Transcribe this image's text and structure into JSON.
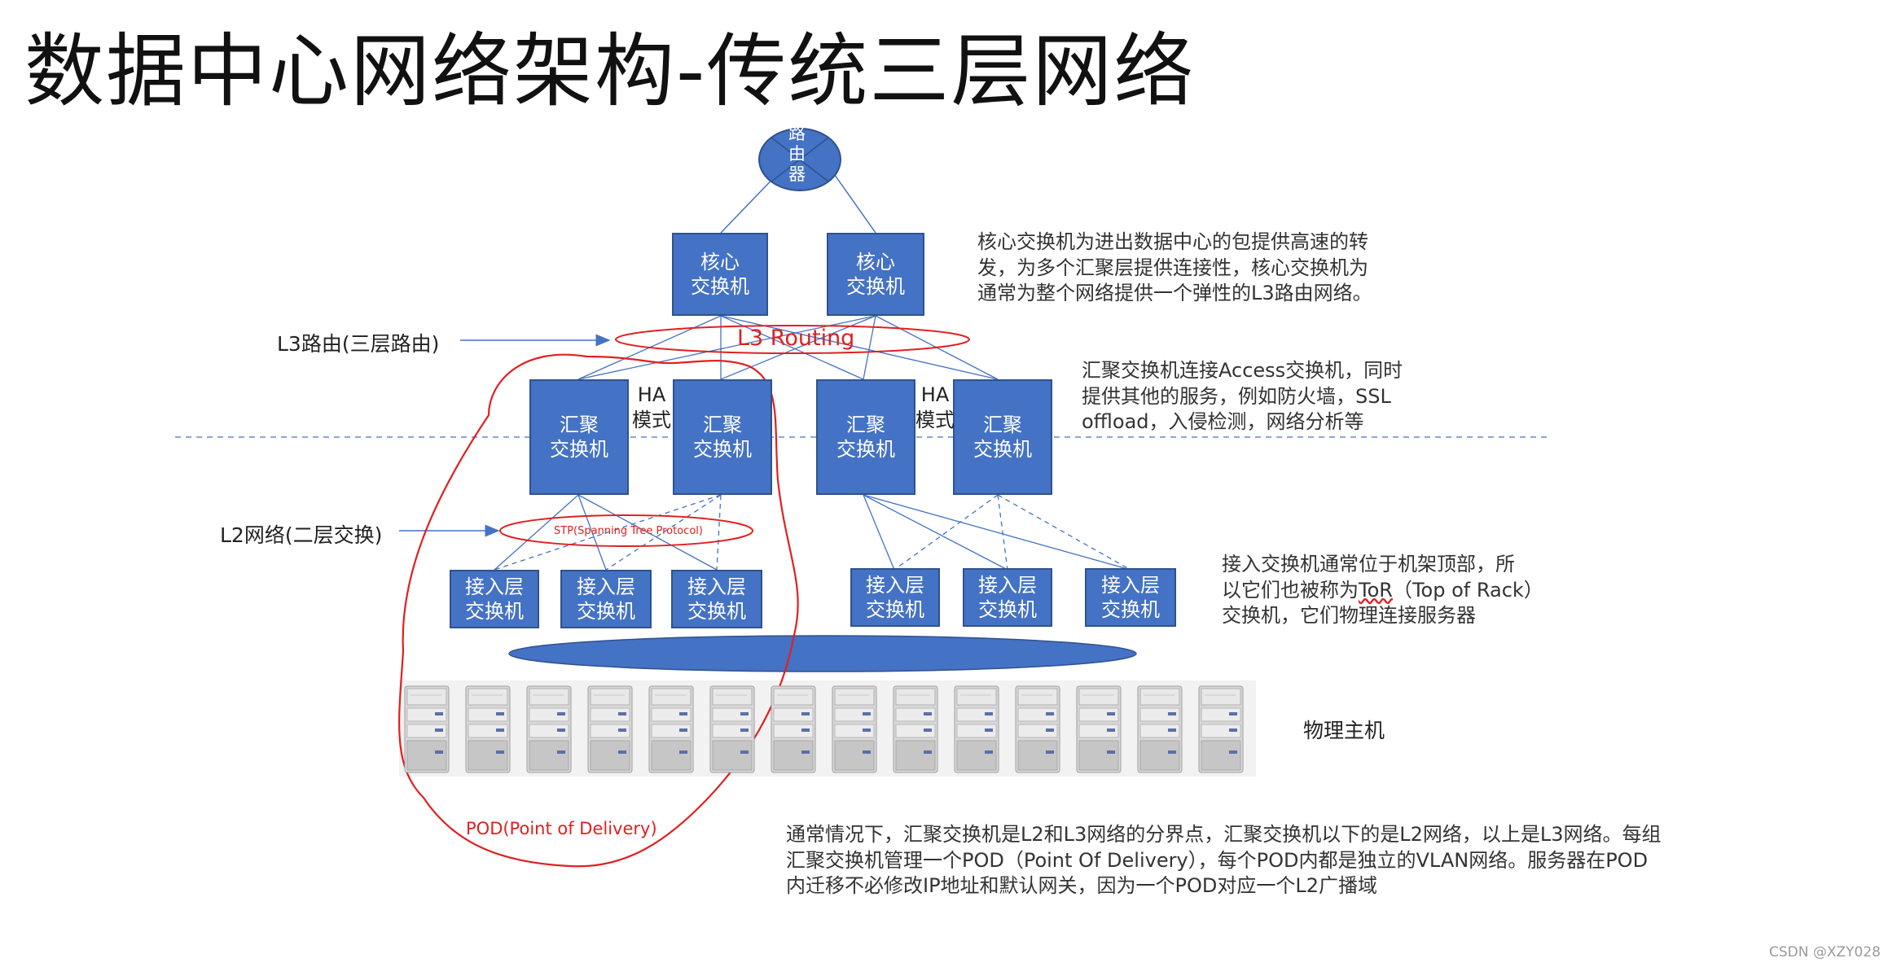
{
  "title": "数据中心网络架构-传统三层网络",
  "router": {
    "label": "路\n由\n器"
  },
  "core_switches": [
    {
      "label": "核心\n交换机"
    },
    {
      "label": "核心\n交换机"
    }
  ],
  "core_note": "核心交换机为进出数据中心的包提供高速的转\n发，为多个汇聚层提供连接性，核心交换机为\n通常为整个网络提供一个弹性的L3路由网络。",
  "l3_label": "L3路由(三层路由)",
  "l3_routing": "L3 Routing",
  "agg_switches": [
    {
      "label": "汇聚\n交换机"
    },
    {
      "label": "汇聚\n交换机"
    },
    {
      "label": "汇聚\n交换机"
    },
    {
      "label": "汇聚\n交换机"
    }
  ],
  "ha_labels": [
    "HA\n模式",
    "HA\n模式"
  ],
  "agg_note": "汇聚交换机连接Access交换机，同时\n提供其他的服务，例如防火墙，SSL\noffload，入侵检测，网络分析等",
  "l2_label": "L2网络(二层交换)",
  "stp_label": "STP(Spanning Tree Protocol)",
  "access_switches": [
    {
      "label": "接入层\n交换机"
    },
    {
      "label": "接入层\n交换机"
    },
    {
      "label": "接入层\n交换机"
    },
    {
      "label": "接入层\n交换机"
    },
    {
      "label": "接入层\n交换机"
    },
    {
      "label": "接入层\n交换机"
    }
  ],
  "access_note_line1": "接入交换机通常位于机架顶部，所",
  "access_note_line2_prefix": "以它们也被称为",
  "access_note_tor": "ToR",
  "access_note_line2_suffix": "（Top of Rack）",
  "access_note_line3": "交换机，它们物理连接服务器",
  "hosts_label": "物理主机",
  "server_count": 14,
  "pod_label": "POD(Point of Delivery)",
  "bottom_note": "通常情况下，汇聚交换机是L2和L3网络的分界点，汇聚交换机以下的是L2网络，以上是L3网络。每组\n汇聚交换机管理一个POD（Point Of Delivery），每个POD内都是独立的VLAN网络。服务器在POD\n内迁移不必修改IP地址和默认网关，因为一个POD对应一个L2广播域",
  "watermark": "CSDN @XZY028",
  "colors": {
    "box_fill": "#4472c4",
    "box_border": "#2f528f",
    "line": "#4472c4",
    "red": "#e02020",
    "arrow": "#4472c4"
  }
}
